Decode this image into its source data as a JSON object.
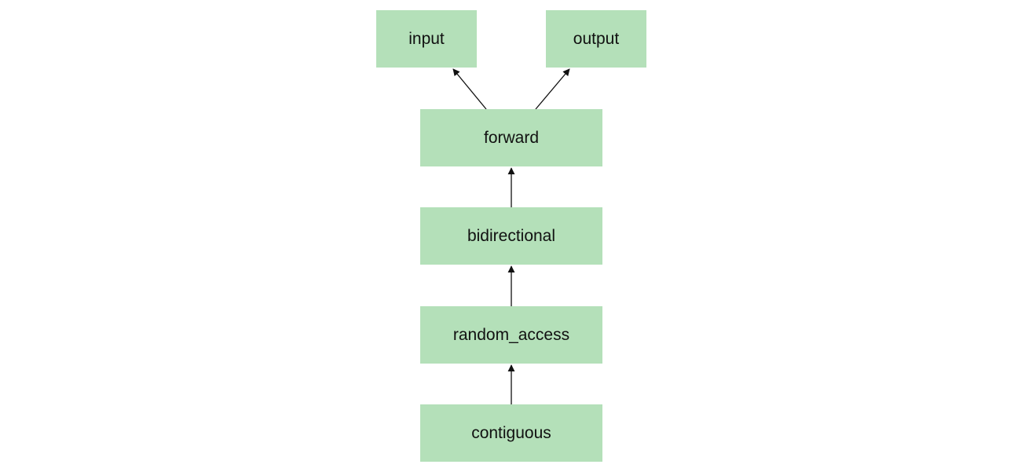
{
  "diagram": {
    "nodes": {
      "input": "input",
      "output": "output",
      "forward": "forward",
      "bidirectional": "bidirectional",
      "random_access": "random_access",
      "contiguous": "contiguous"
    },
    "edges": [
      {
        "from": "forward",
        "to": "input"
      },
      {
        "from": "forward",
        "to": "output"
      },
      {
        "from": "bidirectional",
        "to": "forward"
      },
      {
        "from": "random_access",
        "to": "bidirectional"
      },
      {
        "from": "contiguous",
        "to": "random_access"
      }
    ],
    "colors": {
      "node_fill": "#b4e0b9",
      "arrow": "#111111",
      "text": "#111111"
    }
  }
}
